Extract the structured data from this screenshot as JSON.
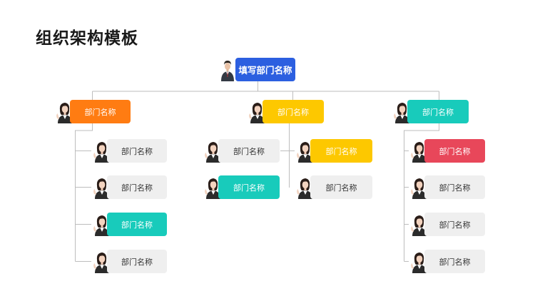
{
  "title": "组织架构模板",
  "colors": {
    "blue": "#2c5fe0",
    "orange": "#ff7c12",
    "yellow": "#fdc800",
    "teal": "#18cbbb",
    "red": "#e8475a",
    "gray": "#efefef",
    "line": "#bdbdbd"
  },
  "org": {
    "root": {
      "label": "填写部门名称",
      "color": "blue"
    },
    "level1": [
      {
        "label": "部门名称",
        "color": "orange"
      },
      {
        "label": "部门名称",
        "color": "yellow"
      },
      {
        "label": "部门名称",
        "color": "teal"
      }
    ],
    "left_children": [
      {
        "label": "部门名称",
        "color": "gray"
      },
      {
        "label": "部门名称",
        "color": "gray"
      },
      {
        "label": "部门名称",
        "color": "teal"
      },
      {
        "label": "部门名称",
        "color": "gray"
      }
    ],
    "middle_children_left": [
      {
        "label": "部门名称",
        "color": "gray"
      },
      {
        "label": "部门名称",
        "color": "teal"
      }
    ],
    "middle_children_right": [
      {
        "label": "部门名称",
        "color": "yellow"
      },
      {
        "label": "部门名称",
        "color": "gray"
      }
    ],
    "right_children": [
      {
        "label": "部门名称",
        "color": "red"
      },
      {
        "label": "部门名称",
        "color": "gray"
      },
      {
        "label": "部门名称",
        "color": "gray"
      },
      {
        "label": "部门名称",
        "color": "gray"
      }
    ]
  },
  "icons": {
    "person": "person-photo-icon"
  }
}
